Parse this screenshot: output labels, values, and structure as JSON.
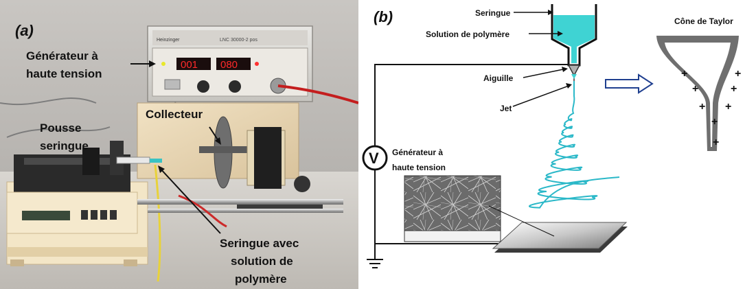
{
  "panel_a": {
    "letter": "(a)",
    "labels": {
      "generator_line1": "Générateur à",
      "generator_line2": "haute tension",
      "pump_line1": "Pousse",
      "pump_line2": "seringue",
      "collector": "Collecteur",
      "syringe_line1": "Seringue avec",
      "syringe_line2": "solution de",
      "syringe_line3": "polymère"
    },
    "device_texts": {
      "display_left": "001",
      "display_right": "080",
      "brand": "Heinzinger",
      "model": "LNC 30000-2 pos"
    }
  },
  "panel_b": {
    "letter": "(b)",
    "labels": {
      "syringe": "Seringue",
      "polymer_solution": "Solution de polymère",
      "needle": "Aiguille",
      "jet": "Jet",
      "generator_line1": "Générateur à",
      "generator_line2": "haute tension",
      "voltage_symbol": "V",
      "taylor_cone": "Cône de Taylor",
      "charge_sign": "+"
    }
  },
  "colors": {
    "solution": "#3fd3d3",
    "jet": "#2ab8c8",
    "arrow_blue": "#1f3f8f"
  }
}
